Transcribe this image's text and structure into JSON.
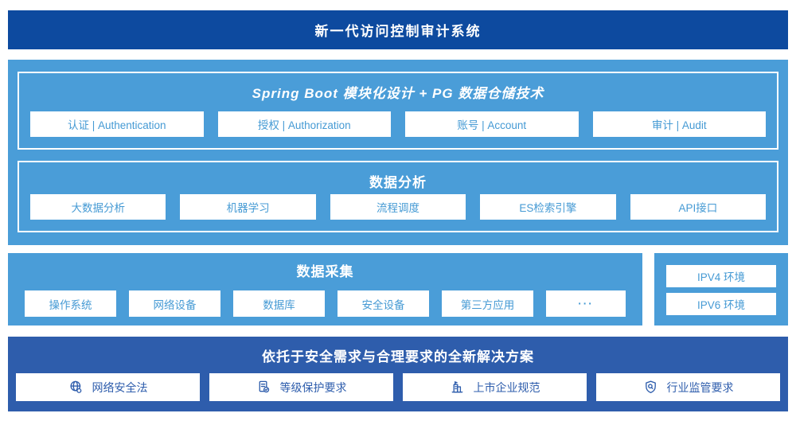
{
  "colors": {
    "header_blue": "#0d4a9f",
    "section_blue": "#4a9dd8",
    "solution_blue": "#2e5dac",
    "box_text_blue": "#459ad4",
    "white": "#ffffff"
  },
  "header": {
    "title": "新一代访问控制审计系统"
  },
  "platform": {
    "modules": {
      "title": "Spring Boot 模块化设计 + PG 数据仓储技术",
      "items": [
        "认证 | Authentication",
        "授权 | Authorization",
        "账号 | Account",
        "审计 | Audit"
      ]
    },
    "analysis": {
      "title": "数据分析",
      "items": [
        "大数据分析",
        "机器学习",
        "流程调度",
        "ES检索引擎",
        "API接口"
      ]
    }
  },
  "collection": {
    "title": "数据采集",
    "items": [
      "操作系统",
      "网络设备",
      "数据库",
      "安全设备",
      "第三方应用"
    ],
    "ellipsis": "···"
  },
  "environments": {
    "items": [
      "IPV4 环境",
      "IPV6 环境"
    ]
  },
  "solution": {
    "title": "依托于安全需求与合理要求的全新解决方案",
    "items": [
      {
        "icon": "globe-icon",
        "label": "网络安全法"
      },
      {
        "icon": "document-check-icon",
        "label": "等级保护要求"
      },
      {
        "icon": "building-icon",
        "label": "上市企业规范"
      },
      {
        "icon": "shield-search-icon",
        "label": "行业监管要求"
      }
    ]
  }
}
